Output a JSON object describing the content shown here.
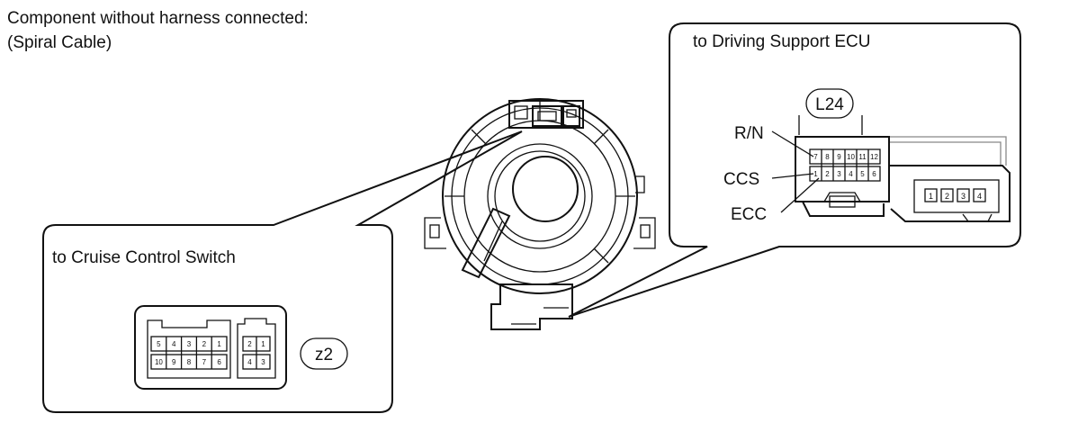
{
  "header": {
    "line1": "Component without harness connected:",
    "line2": "(Spiral Cable)"
  },
  "cruise_callout": {
    "title": "to Cruise Control Switch",
    "connector_id": "z2",
    "main_pins_top": [
      "5",
      "4",
      "3",
      "2",
      "1"
    ],
    "main_pins_bottom": [
      "10",
      "9",
      "8",
      "7",
      "6"
    ],
    "small_pins_top": [
      "2",
      "1"
    ],
    "small_pins_bottom": [
      "4",
      "3"
    ]
  },
  "ecu_callout": {
    "title": "to Driving Support ECU",
    "connector_id": "L24",
    "pins_top": [
      "7",
      "8",
      "9",
      "10",
      "11",
      "12"
    ],
    "pins_bottom": [
      "1",
      "2",
      "3",
      "4",
      "5",
      "6"
    ],
    "side_pins": [
      "1",
      "2",
      "3",
      "4"
    ],
    "wire_labels": [
      "R/N",
      "CCS",
      "ECC"
    ]
  },
  "colors": {
    "line": "#111111",
    "housing": "#888888",
    "background": "#ffffff"
  }
}
